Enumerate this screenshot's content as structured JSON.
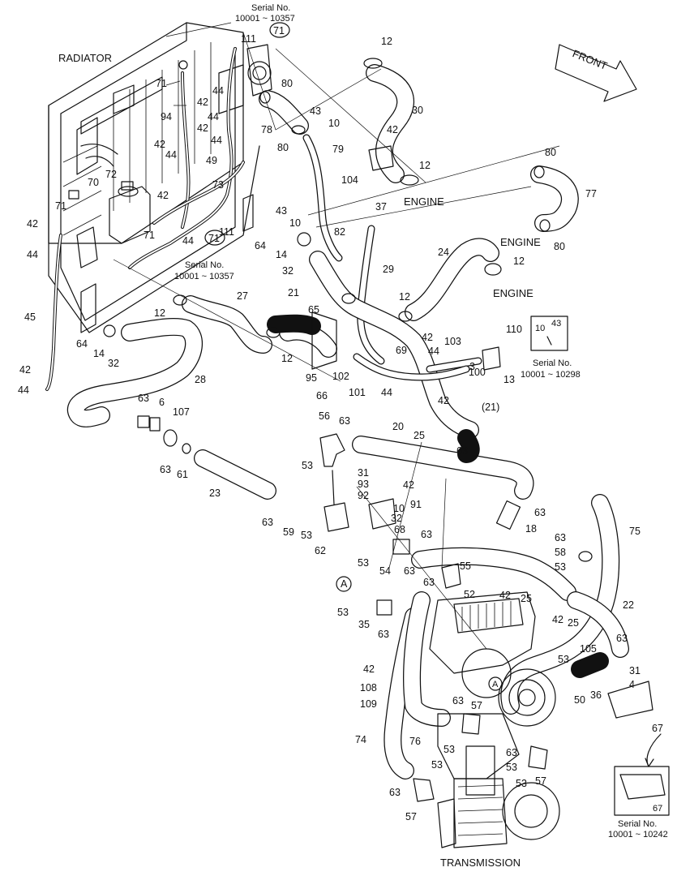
{
  "labels": {
    "radiator": "RADIATOR",
    "front": "FRONT",
    "engine": "ENGINE",
    "transmission": "TRANSMISSION",
    "serial_no": "Serial No.",
    "serial_10357": "10001 ~ 10357",
    "serial_10298": "10001 ~ 10298",
    "serial_10242": "10001 ~ 10242",
    "marker_a": "A"
  },
  "callouts": {
    "n3": "3",
    "n4": "4",
    "n6": "6",
    "n10": "10",
    "n12": "12",
    "n13": "13",
    "n14": "14",
    "n18": "18",
    "n20": "20",
    "n21": "21",
    "n21p": "(21)",
    "n22": "22",
    "n23": "23",
    "n24": "24",
    "n25": "25",
    "n27": "27",
    "n28": "28",
    "n29": "29",
    "n30": "30",
    "n31": "31",
    "n32": "32",
    "n35": "35",
    "n36": "36",
    "n37": "37",
    "n42": "42",
    "n43": "43",
    "n44": "44",
    "n45": "45",
    "n49": "49",
    "n50": "50",
    "n52": "52",
    "n53": "53",
    "n54": "54",
    "n55": "55",
    "n56": "56",
    "n57": "57",
    "n58": "58",
    "n59": "59",
    "n61": "61",
    "n62": "62",
    "n63": "63",
    "n64": "64",
    "n65": "65",
    "n66": "66",
    "n67": "67",
    "n68": "68",
    "n69": "69",
    "n70": "70",
    "n71": "71",
    "n72": "72",
    "n73": "73",
    "n74": "74",
    "n75": "75",
    "n76": "76",
    "n77": "77",
    "n78": "78",
    "n79": "79",
    "n80": "80",
    "n82": "82",
    "n91": "91",
    "n92": "92",
    "n93": "93",
    "n94": "94",
    "n95": "95",
    "n100": "100",
    "n101": "101",
    "n102": "102",
    "n103": "103",
    "n104": "104",
    "n105": "105",
    "n107": "107",
    "n108": "108",
    "n109": "109",
    "n110": "110",
    "n111": "111"
  }
}
